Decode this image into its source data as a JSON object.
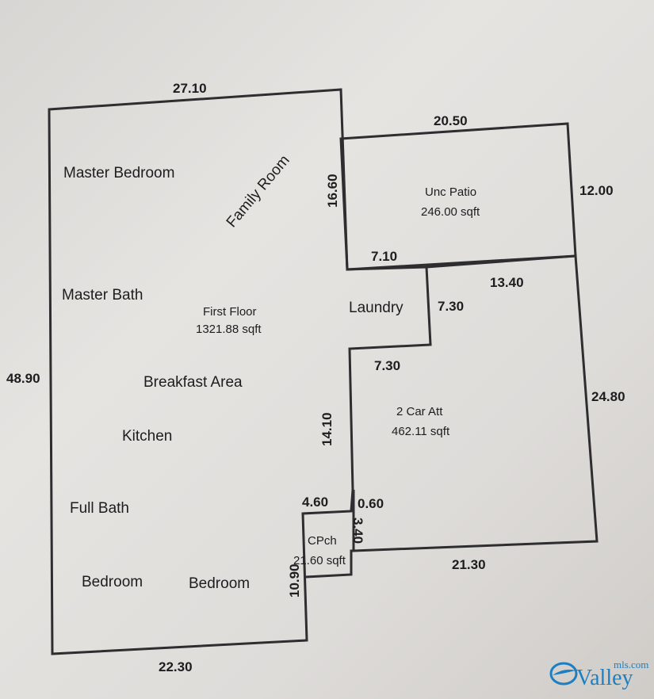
{
  "plan": {
    "dimensions": {
      "main_top": "27.10",
      "patio_top": "20.50",
      "patio_left": "16.60",
      "patio_right": "12.00",
      "patio_bottom": "7.10",
      "garage_top": "13.40",
      "laundry_right": "7.30",
      "laundry_bottom": "7.30",
      "main_left": "48.90",
      "garage_right": "24.80",
      "garage_left": "14.10",
      "porch_top": "4.60",
      "porch_step": "0.60",
      "porch_right": "3.40",
      "garage_bottom": "21.30",
      "porch_left": "10.90",
      "main_bottom": "22.30"
    },
    "rooms": {
      "master_bedroom": "Master Bedroom",
      "family_room": "Family Room",
      "master_bath": "Master Bath",
      "laundry": "Laundry",
      "breakfast_area": "Breakfast Area",
      "kitchen": "Kitchen",
      "full_bath": "Full Bath",
      "bedroom_1": "Bedroom",
      "bedroom_2": "Bedroom"
    },
    "areas": {
      "first_floor": {
        "label": "First Floor",
        "sqft": "1321.88 sqft"
      },
      "patio": {
        "label": "Unc Patio",
        "sqft": "246.00 sqft"
      },
      "garage": {
        "label": "2 Car Att",
        "sqft": "462.11 sqft"
      },
      "porch": {
        "label": "CPch",
        "sqft": "21.60 sqft"
      }
    }
  },
  "watermark": {
    "brand": "Valley",
    "suffix": "mls.com",
    "color": "#1d7fc1"
  }
}
